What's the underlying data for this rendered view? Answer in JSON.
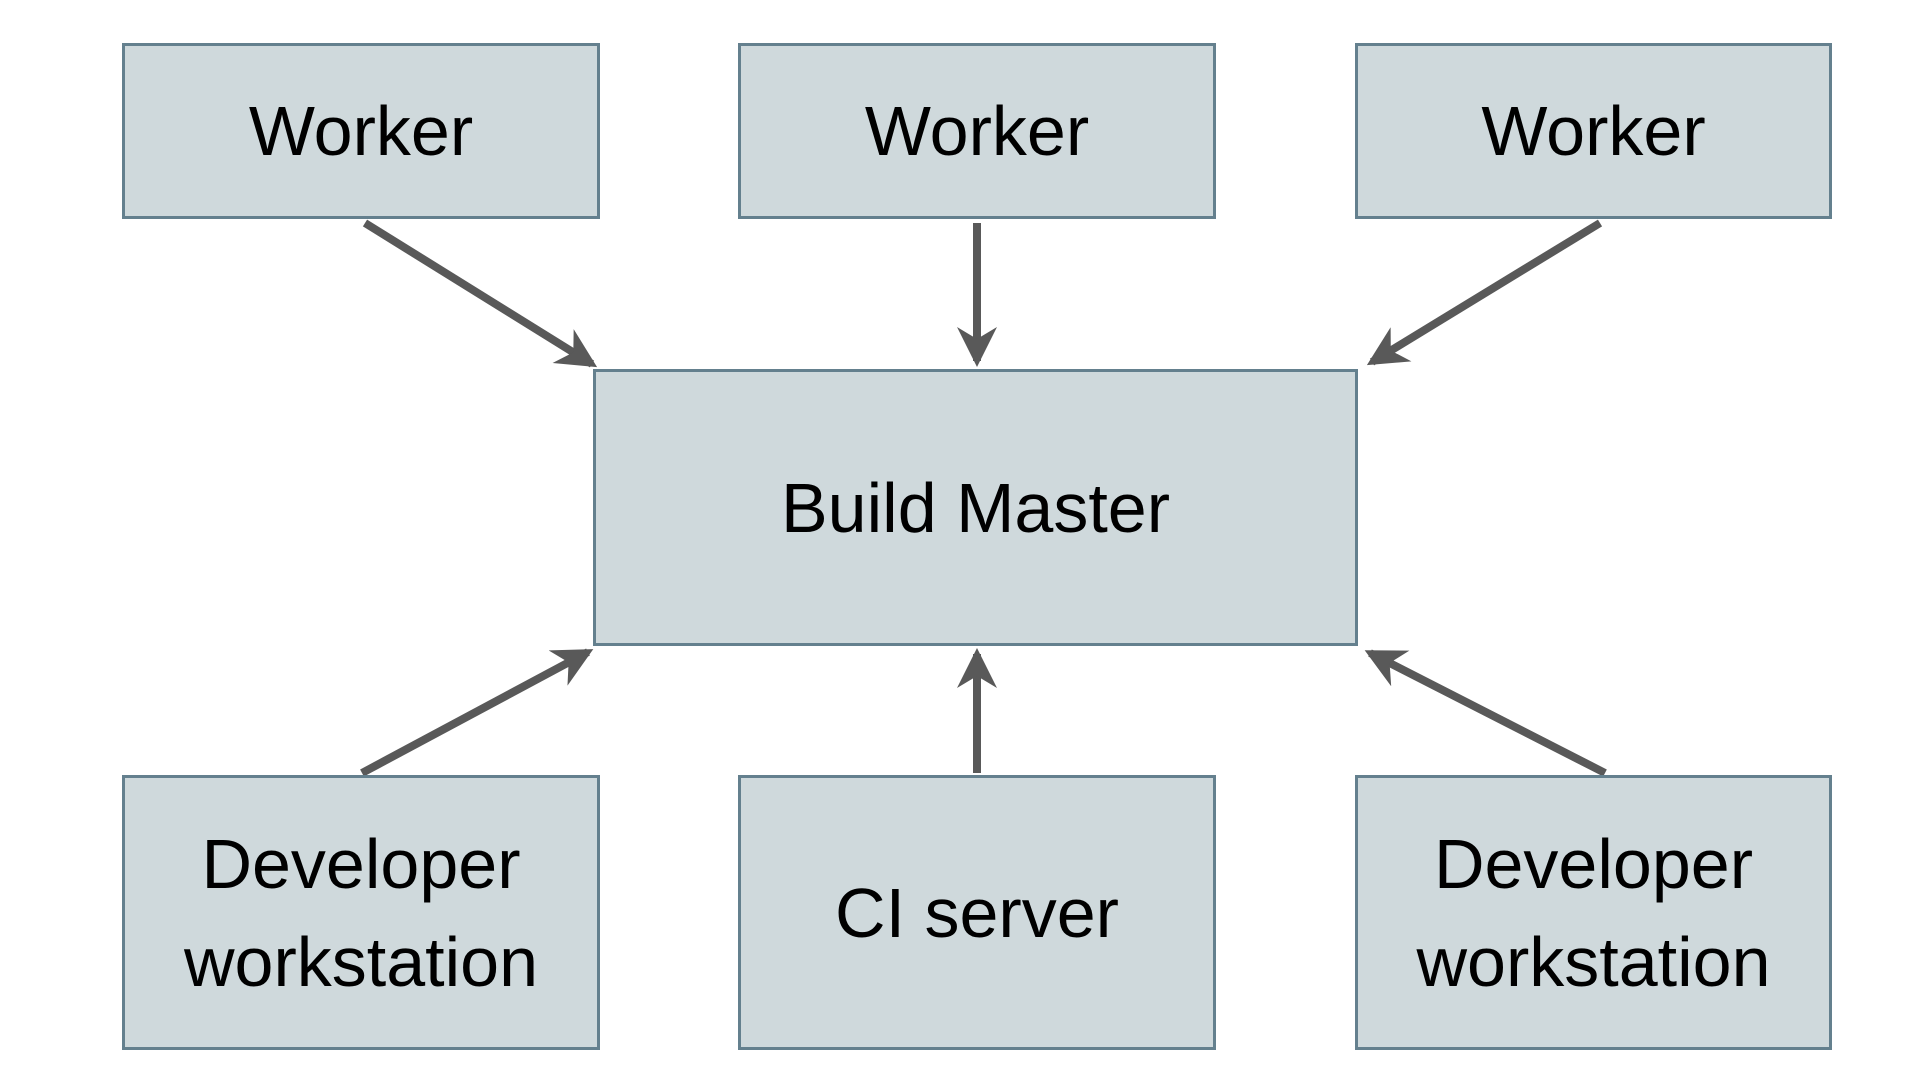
{
  "colors": {
    "background": "#ffffff",
    "node_fill": "#cfd9dc",
    "node_border": "#64808e",
    "arrow": "#595959",
    "text": "#000000"
  },
  "diagram": {
    "nodes": {
      "worker_1": {
        "label": "Worker"
      },
      "worker_2": {
        "label": "Worker"
      },
      "worker_3": {
        "label": "Worker"
      },
      "build_master": {
        "label": "Build Master"
      },
      "dev_workstation_left": {
        "label": "Developer workstation"
      },
      "ci_server": {
        "label": "CI server"
      },
      "dev_workstation_right": {
        "label": "Developer workstation"
      }
    },
    "edges": [
      {
        "from": "worker_1",
        "to": "build_master"
      },
      {
        "from": "worker_2",
        "to": "build_master"
      },
      {
        "from": "worker_3",
        "to": "build_master"
      },
      {
        "from": "dev_workstation_left",
        "to": "build_master"
      },
      {
        "from": "ci_server",
        "to": "build_master"
      },
      {
        "from": "dev_workstation_right",
        "to": "build_master"
      }
    ]
  }
}
